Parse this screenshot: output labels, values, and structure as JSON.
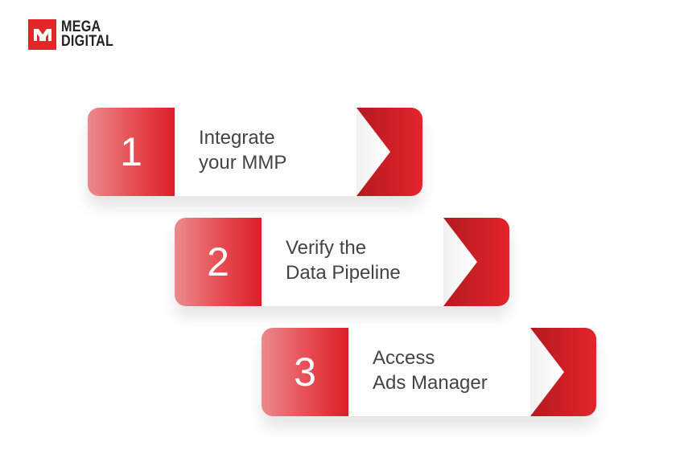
{
  "brand": {
    "line1": "MEGA",
    "line2": "DIGITAL"
  },
  "steps": [
    {
      "number": "1",
      "line1": "Integrate",
      "line2": "your MMP"
    },
    {
      "number": "2",
      "line1": "Verify the",
      "line2": "Data Pipeline"
    },
    {
      "number": "3",
      "line1": "Access",
      "line2": "Ads Manager"
    }
  ],
  "colors": {
    "accent": "#dd1f26",
    "text": "#444444"
  }
}
